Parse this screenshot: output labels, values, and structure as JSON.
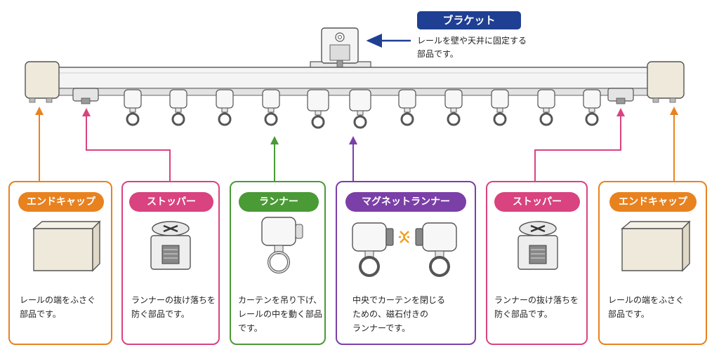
{
  "callout": {
    "title": "ブラケット",
    "desc_line1": "レールを壁や天井に固定する",
    "desc_line2": "部品です。"
  },
  "cards": [
    {
      "title": "エンドキャップ",
      "line1": "レールの端をふさぐ",
      "line2": "部品です。",
      "line3": "",
      "color": "#e8821f"
    },
    {
      "title": "ストッパー",
      "line1": "ランナーの抜け落ちを",
      "line2": "防ぐ部品です。",
      "line3": "",
      "color": "#d9437f"
    },
    {
      "title": "ランナー",
      "line1": "カーテンを吊り下げ、",
      "line2": "レールの中を動く部品",
      "line3": "です。",
      "color": "#4a9a36"
    },
    {
      "title": "マグネットランナー",
      "line1": "中央でカーテンを閉じる",
      "line2": "ための、磁石付きの",
      "line3": "ランナーです。",
      "color": "#7b3fa8"
    },
    {
      "title": "ストッパー",
      "line1": "ランナーの抜け落ちを",
      "line2": "防ぐ部品です。",
      "line3": "",
      "color": "#d9437f"
    },
    {
      "title": "エンドキャップ",
      "line1": "レールの端をふさぐ",
      "line2": "部品です。",
      "line3": "",
      "color": "#e8821f"
    }
  ],
  "colors": {
    "bracket": "#1f3f93",
    "rail": "#f2f2f2",
    "cap": "#efe9dc"
  }
}
